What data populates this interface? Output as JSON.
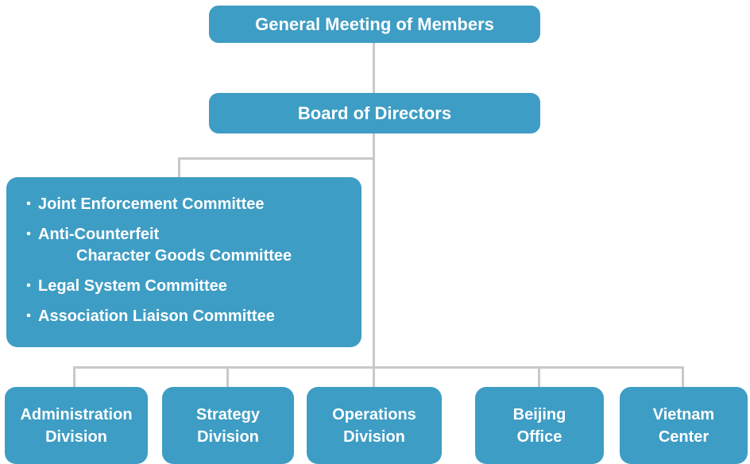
{
  "diagram": {
    "title": "organization-chart",
    "colors": {
      "box": "#3e9dc4",
      "line": "#c9c9c9",
      "text": "#ffffff",
      "background": "#ffffff"
    },
    "root": {
      "label": "General Meeting of Members"
    },
    "board": {
      "label": "Board of Directors"
    },
    "committees": {
      "bullet": "・",
      "items": [
        {
          "lines": [
            "Joint Enforcement Committee",
            ""
          ]
        },
        {
          "lines": [
            "Anti-Counterfeit",
            "Character Goods Committee"
          ]
        },
        {
          "lines": [
            "Legal System Committee",
            ""
          ]
        },
        {
          "lines": [
            "Association Liaison Committee",
            ""
          ]
        }
      ]
    },
    "divisions": [
      {
        "lines": [
          "Administration",
          "Division"
        ]
      },
      {
        "lines": [
          "Strategy",
          "Division"
        ]
      },
      {
        "lines": [
          "Operations",
          "Division"
        ]
      },
      {
        "lines": [
          "Beijing",
          "Office"
        ]
      },
      {
        "lines": [
          "Vietnam",
          "Center"
        ]
      }
    ]
  }
}
